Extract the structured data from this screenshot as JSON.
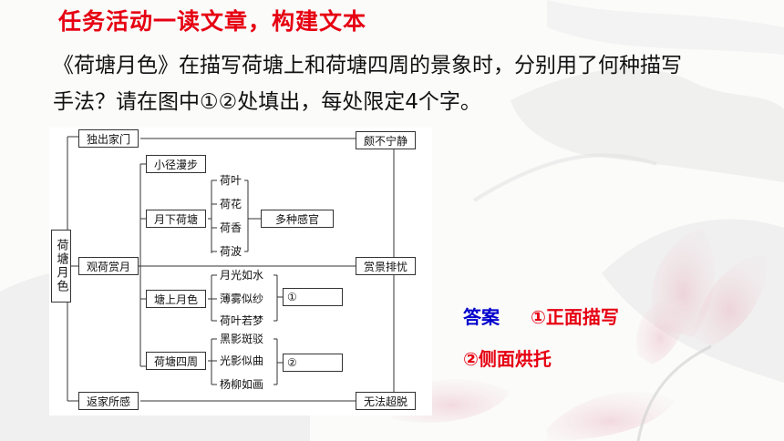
{
  "title": "任务活动一读文章，构建文本",
  "question": {
    "line1": "《荷塘月色》在描写荷塘上和荷塘四周的景象时，分别用了何种描写",
    "line2": "手法？请在图中①②处填出，每处限定4个字。"
  },
  "diagram": {
    "root": "荷塘月色",
    "left_nodes": [
      "独出家门",
      "观荷赏月",
      "返家所感"
    ],
    "sub_nodes": [
      "小径漫步",
      "月下荷塘",
      "塘上月色",
      "荷塘四周"
    ],
    "moon_lotus_items": [
      "荷叶",
      "荷花",
      "荷香",
      "荷波"
    ],
    "moon_lotus_result": "多种感官",
    "pond_moon_items": [
      "月光如水",
      "薄雾似纱",
      "荷叶若梦"
    ],
    "pond_moon_blank": "①",
    "pond_around_items": [
      "黑影斑驳",
      "光影似曲",
      "杨柳如画"
    ],
    "pond_around_blank": "②",
    "right_nodes": [
      "颇不宁静",
      "赏景排忧",
      "无法超脱"
    ]
  },
  "answer": {
    "label": "答案",
    "item1": "①正面描写",
    "item2": "②侧面烘托"
  },
  "colors": {
    "title": "#e60012",
    "answer_label": "#0000cc",
    "answer_text": "#e60012",
    "decor": "#d9d9d9"
  }
}
